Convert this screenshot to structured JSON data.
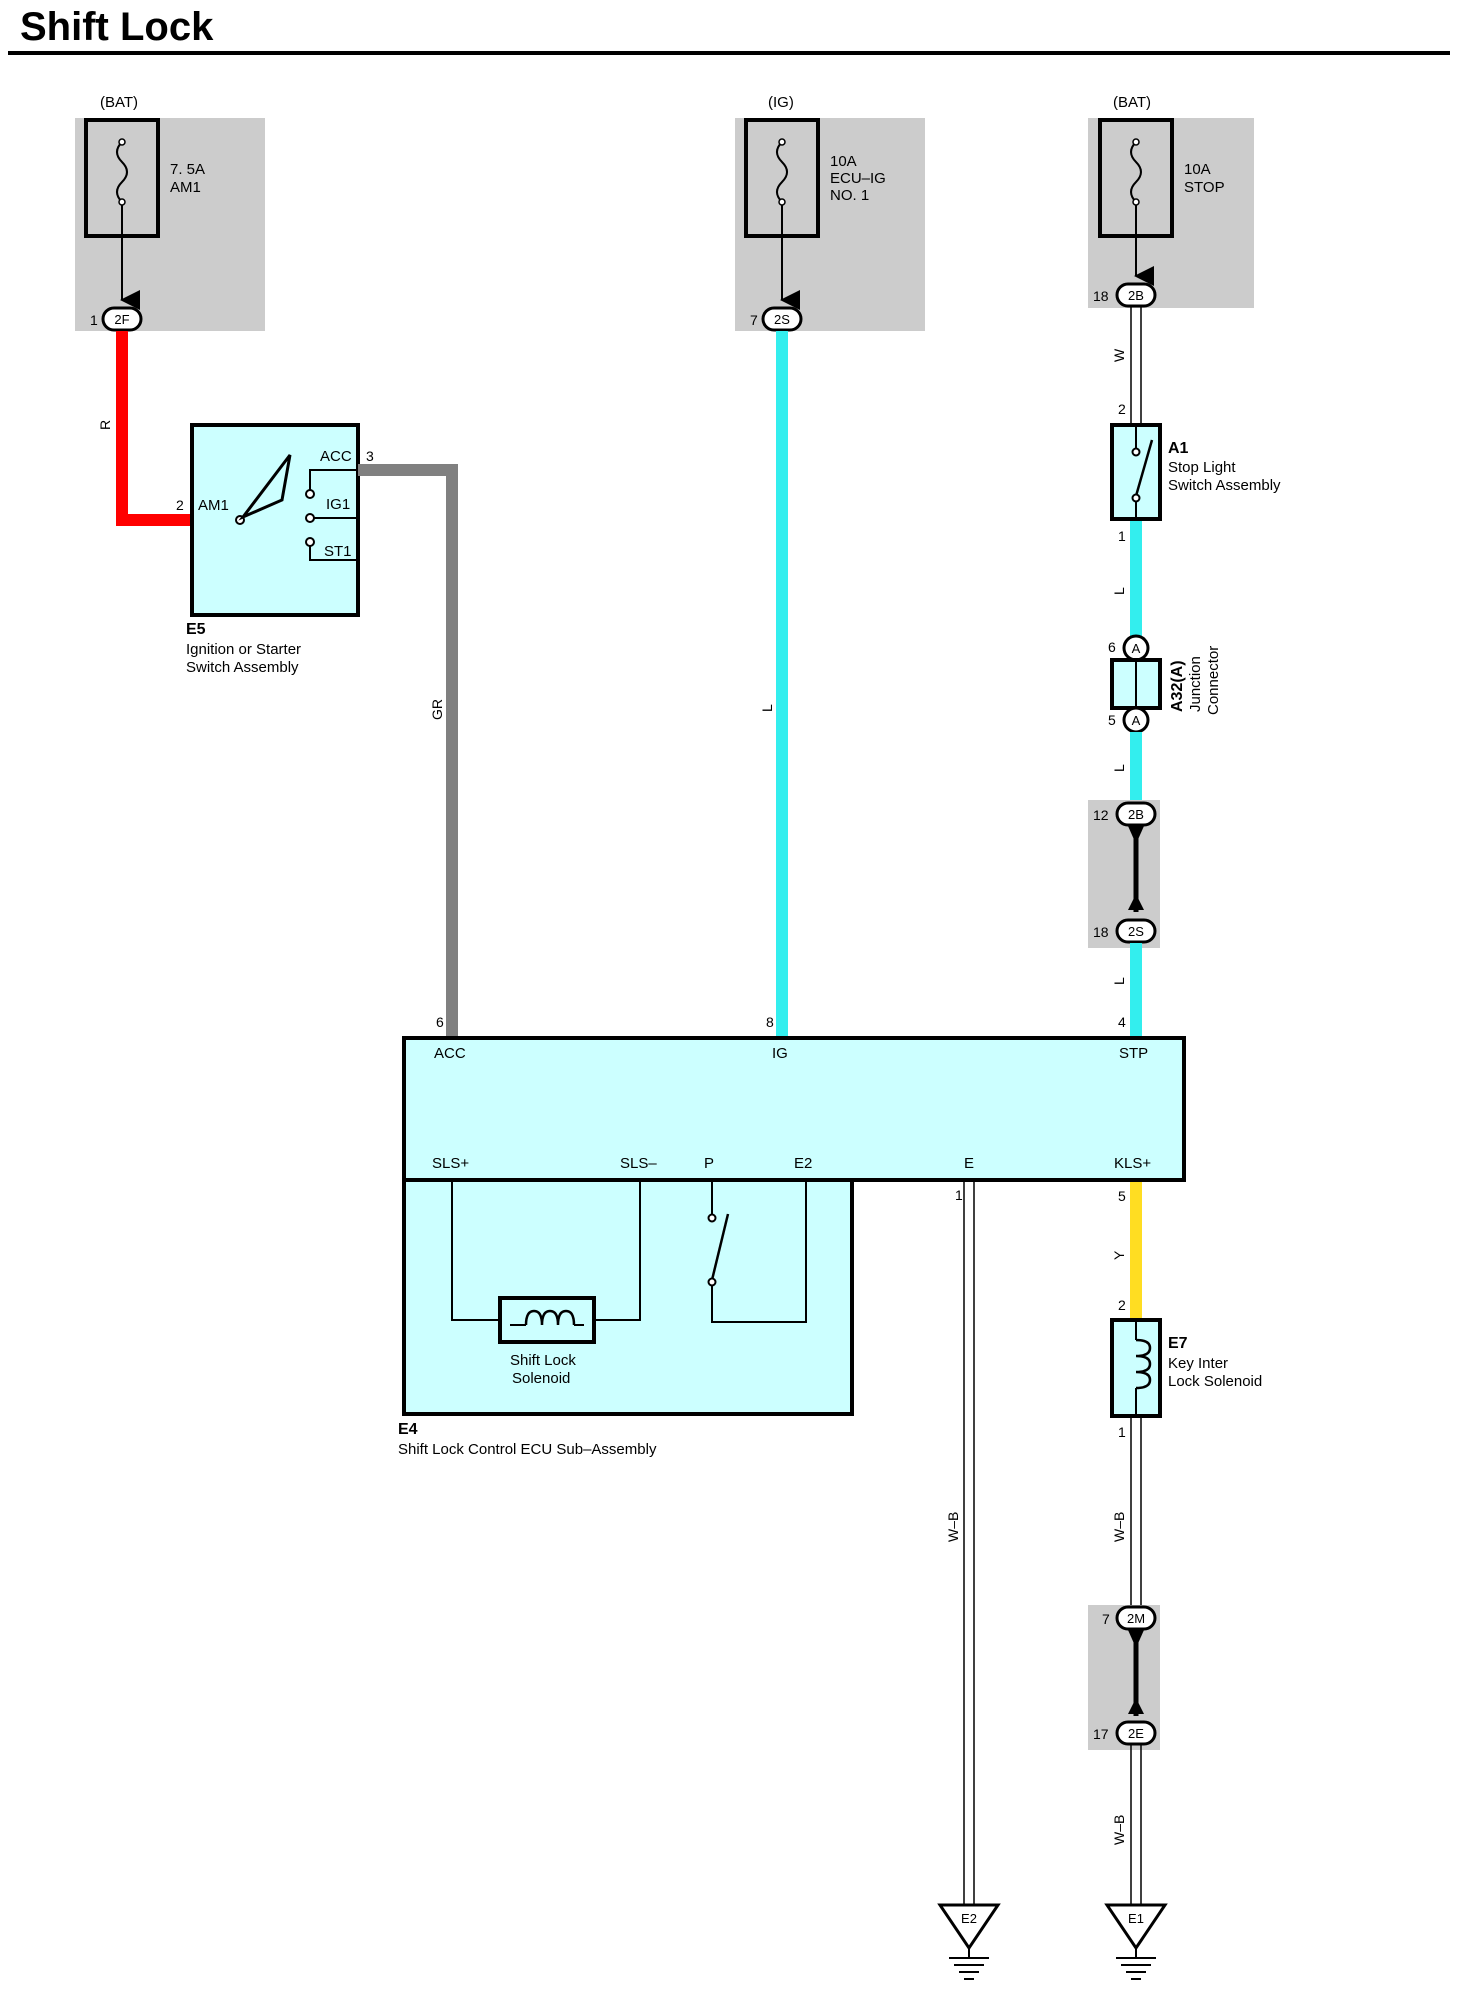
{
  "title": "Shift Lock",
  "sources": {
    "bat1": "(BAT)",
    "ig": "(IG)",
    "bat2": "(BAT)"
  },
  "fuses": {
    "am1": {
      "rating": "7. 5A",
      "name": "AM1"
    },
    "ecuig": {
      "rating": "10A",
      "name1": "ECU–IG",
      "name2": "NO. 1"
    },
    "stop": {
      "rating": "10A",
      "name": "STOP"
    }
  },
  "connectors": {
    "c2f": {
      "id": "2F",
      "pin": "1"
    },
    "c2s_top": {
      "id": "2S",
      "pin": "7"
    },
    "c2b_top": {
      "id": "2B",
      "pin": "18"
    },
    "c2b_mid": {
      "id": "2B",
      "pin": "12"
    },
    "c2s_mid": {
      "id": "2S",
      "pin": "18"
    },
    "c2m": {
      "id": "2M",
      "pin": "7"
    },
    "c2e": {
      "id": "2E",
      "pin": "17"
    },
    "jA_top": {
      "id": "A",
      "pin": "6"
    },
    "jA_bot": {
      "id": "A",
      "pin": "5"
    }
  },
  "wires": {
    "r": "R",
    "gr": "GR",
    "l_mid": "L",
    "w": "W",
    "l1": "L",
    "l2": "L",
    "l3": "L",
    "y": "Y",
    "wb_mid": "W–B",
    "wb1": "W–B",
    "wb2": "W–B"
  },
  "e5": {
    "id": "E5",
    "name1": "Ignition or Starter",
    "name2": "Switch Assembly",
    "pin_am1": "2",
    "pin_acc": "3",
    "t_am1": "AM1",
    "t_acc": "ACC",
    "t_ig1": "IG1",
    "t_st1": "ST1"
  },
  "a1": {
    "id": "A1",
    "name1": "Stop Light",
    "name2": "Switch Assembly",
    "pin_top": "2",
    "pin_bot": "1"
  },
  "a32": {
    "id": "A32(A)",
    "name1": "Junction",
    "name2": "Connector"
  },
  "e4": {
    "id": "E4",
    "name": "Shift Lock Control ECU Sub–Assembly",
    "pin_acc": "6",
    "pin_ig": "8",
    "pin_stp": "4",
    "pin_e": "1",
    "pin_kls": "5",
    "t_acc": "ACC",
    "t_ig": "IG",
    "t_stp": "STP",
    "t_slsp": "SLS+",
    "t_slsm": "SLS–",
    "t_p": "P",
    "t_e2": "E2",
    "t_e": "E",
    "t_kls": "KLS+",
    "solenoid1": "Shift Lock",
    "solenoid2": "Solenoid"
  },
  "e7": {
    "id": "E7",
    "name1": "Key Inter",
    "name2": "Lock Solenoid",
    "pin_top": "2",
    "pin_bot": "1"
  },
  "grounds": {
    "e2": "E2",
    "e1": "E1"
  },
  "colors": {
    "red": "#ff0000",
    "gray": "#808080",
    "cyan": "#33eeee",
    "yellow": "#ffdd22",
    "component_fill": "#ccffff",
    "shade": "#cccccc"
  }
}
